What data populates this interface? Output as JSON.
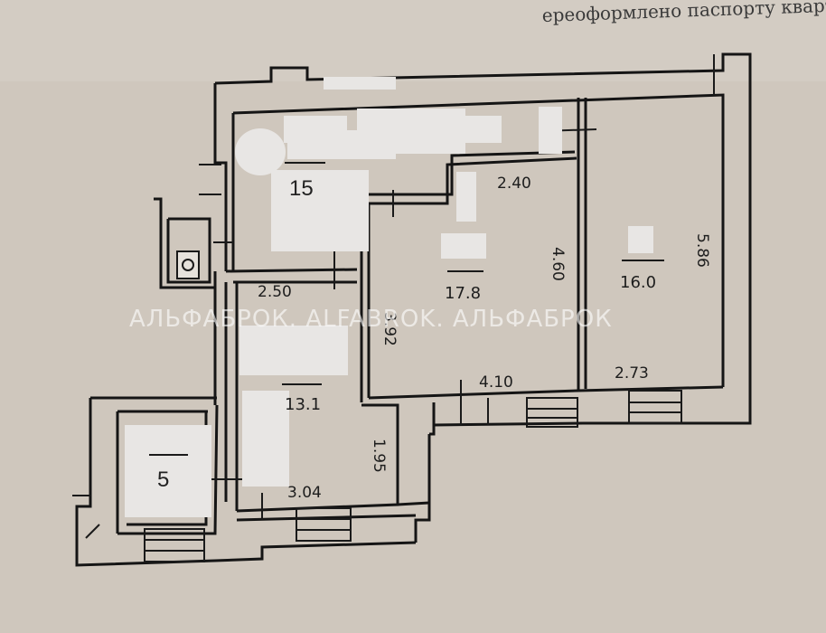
{
  "header_text": "ереоформлено паспорту квартири сплачується від",
  "watermark": "АЛЬФАБРОК. ALFABROK. АЛЬФАБРОК",
  "rooms": [
    {
      "id": "room-15",
      "area": "15"
    },
    {
      "id": "room-17-8",
      "area": "17.8"
    },
    {
      "id": "room-16-0",
      "area": "16.0"
    },
    {
      "id": "room-13-1",
      "area": "13.1"
    },
    {
      "id": "room-5",
      "area": "5"
    }
  ],
  "dimensions": [
    "2.40",
    "4.60",
    "5.86",
    "2.50",
    "3.92",
    "4.10",
    "2.73",
    "1.95",
    "3.04"
  ],
  "colors": {
    "paper": "#cfc7bd",
    "ink": "#151515",
    "blot": "#e8e6e4"
  }
}
